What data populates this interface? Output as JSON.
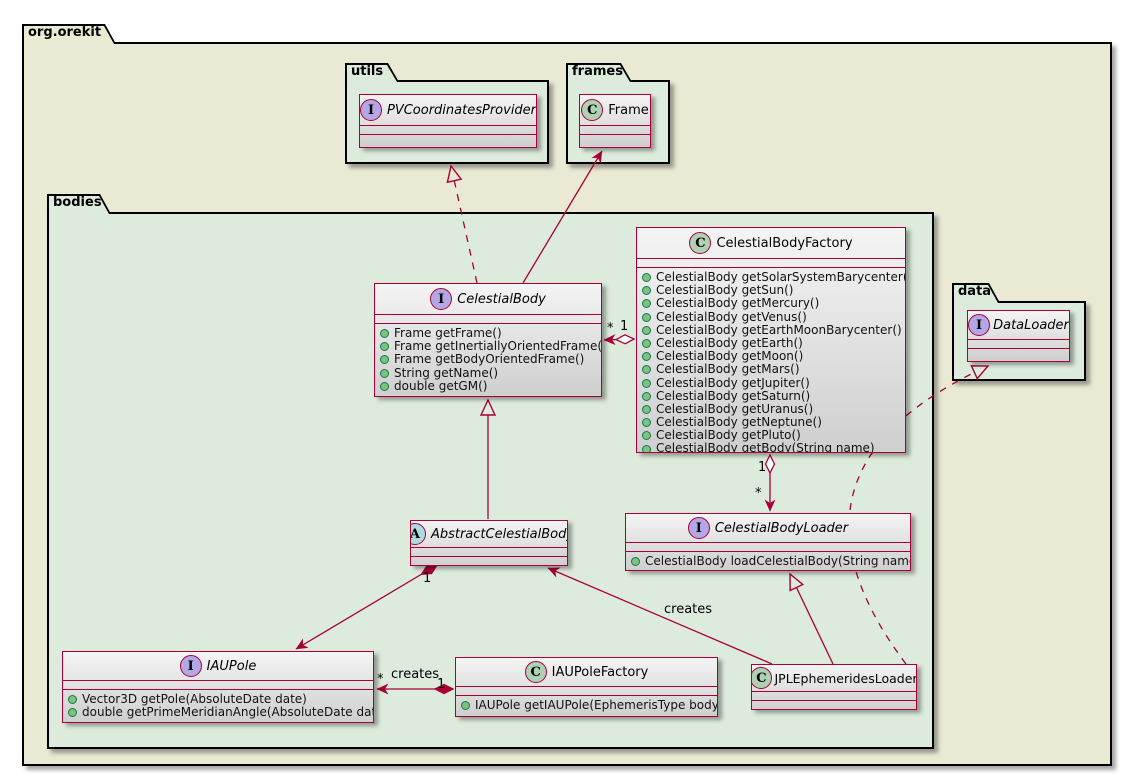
{
  "packages": {
    "root": {
      "label": "org.orekit"
    },
    "utils": {
      "label": "utils"
    },
    "frames": {
      "label": "frames"
    },
    "bodies": {
      "label": "bodies"
    },
    "data": {
      "label": "data"
    }
  },
  "classes": {
    "pv_coordinates_provider": {
      "kind": "interface",
      "letter": "I",
      "name": "PVCoordinatesProvider",
      "methods": []
    },
    "frame": {
      "kind": "class",
      "letter": "C",
      "name": "Frame",
      "methods": []
    },
    "celestial_body": {
      "kind": "interface",
      "letter": "I",
      "name": "CelestialBody",
      "methods": [
        "Frame getFrame()",
        "Frame getInertiallyOrientedFrame()",
        "Frame getBodyOrientedFrame()",
        "String getName()",
        "double getGM()"
      ]
    },
    "celestial_body_factory": {
      "kind": "class",
      "letter": "C",
      "name": "CelestialBodyFactory",
      "methods": [
        "CelestialBody getSolarSystemBarycenter()",
        "CelestialBody getSun()",
        "CelestialBody getMercury()",
        "CelestialBody getVenus()",
        "CelestialBody getEarthMoonBarycenter()",
        "CelestialBody getEarth()",
        "CelestialBody getMoon()",
        "CelestialBody getMars()",
        "CelestialBody getJupiter()",
        "CelestialBody getSaturn()",
        "CelestialBody getUranus()",
        "CelestialBody getNeptune()",
        "CelestialBody getPluto()",
        "CelestialBody getBody(String name)"
      ]
    },
    "abstract_celestial_body": {
      "kind": "abstract",
      "letter": "A",
      "name": "AbstractCelestialBody",
      "methods": []
    },
    "celestial_body_loader": {
      "kind": "interface",
      "letter": "I",
      "name": "CelestialBodyLoader",
      "methods": [
        "CelestialBody loadCelestialBody(String name)"
      ]
    },
    "iau_pole": {
      "kind": "interface",
      "letter": "I",
      "name": "IAUPole",
      "methods": [
        "Vector3D getPole(AbsoluteDate date)",
        "double getPrimeMeridianAngle(AbsoluteDate date)"
      ]
    },
    "iau_pole_factory": {
      "kind": "class",
      "letter": "C",
      "name": "IAUPoleFactory",
      "methods": [
        "IAUPole getIAUPole(EphemerisType body)"
      ]
    },
    "jpl_ephemerides_loader": {
      "kind": "class",
      "letter": "C",
      "name": "JPLEphemeridesLoader",
      "methods": []
    },
    "data_loader": {
      "kind": "interface",
      "letter": "I",
      "name": "DataLoader",
      "methods": []
    }
  },
  "edge_labels": {
    "factory_to_body_star": "*",
    "factory_to_body_one": "1",
    "factory_to_loader_one": "1",
    "factory_to_loader_star": "*",
    "abstract_to_iaupole_one": "1",
    "jpl_creates": "creates",
    "iaupole_star": "*",
    "iaupolefactory_creates": "creates",
    "iaupolefactory_one": "1"
  },
  "colors": {
    "line": "#A80036",
    "outer_package_bg": "#E9E9D4",
    "inner_package_bg": "#DDEBDC",
    "interface_badge": "#B4A7E5",
    "class_badge": "#ADD1B2",
    "abstract_badge": "#A9DCDF",
    "method_bullet": "#84BE84"
  }
}
